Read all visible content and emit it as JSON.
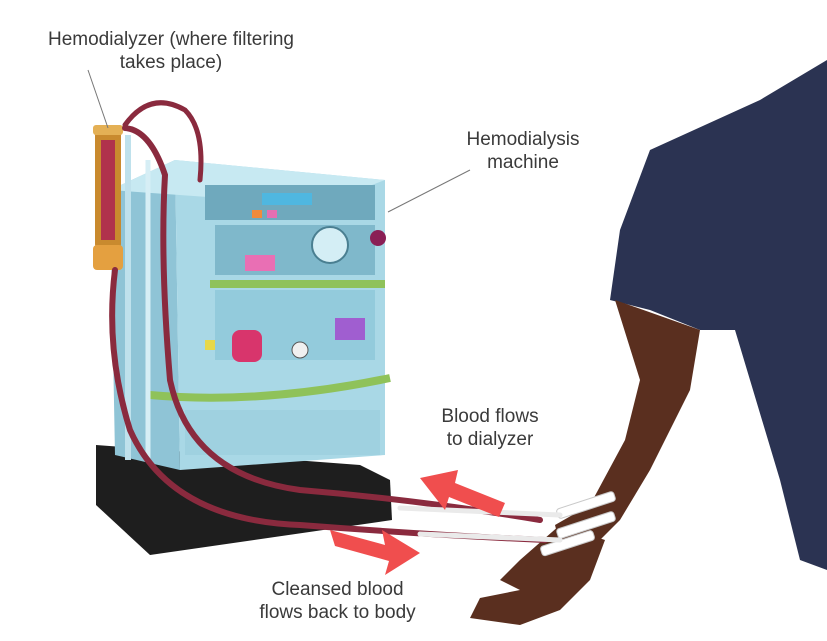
{
  "labels": {
    "hemodialyzer": [
      "Hemodialyzer (where filtering",
      "takes place)"
    ],
    "machine": [
      "Hemodialysis",
      "machine"
    ],
    "to_dialyzer": [
      "Blood flows",
      "to dialyzer"
    ],
    "back_to_body": [
      "Cleansed blood",
      "flows back to body"
    ]
  },
  "colors": {
    "arrow": "#f04e4e",
    "tubing": "#8a2a3e",
    "machine_body": "#a9d8e6",
    "machine_dark": "#6fa9bd",
    "base": "#1e1e1e",
    "shirt": "#2b3352",
    "skin": "#5a2f1f",
    "filter": "#c98a2e"
  }
}
